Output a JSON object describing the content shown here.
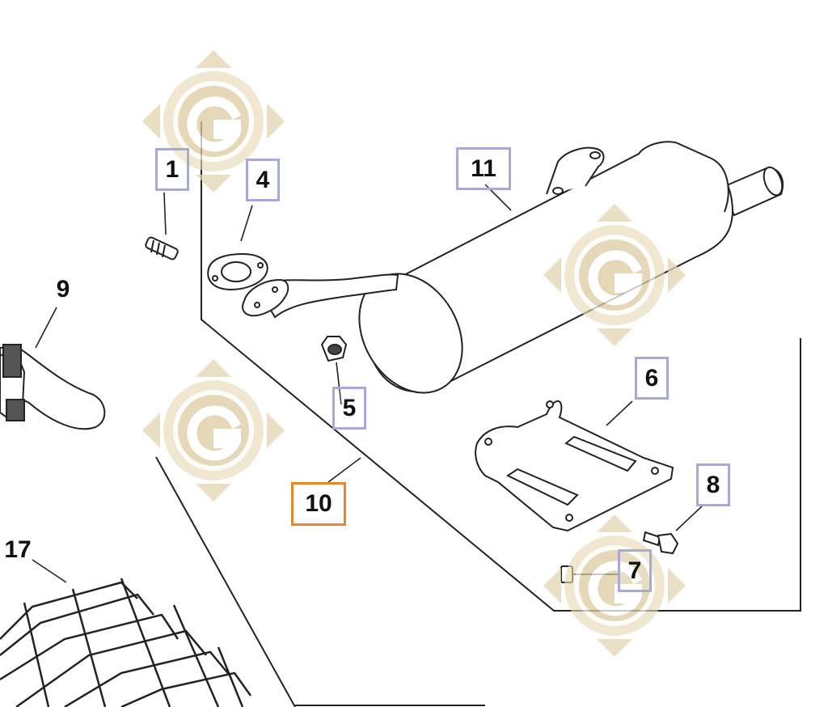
{
  "diagram": {
    "callouts": [
      {
        "id": "1",
        "label": "1",
        "boxed": true
      },
      {
        "id": "4",
        "label": "4",
        "boxed": true
      },
      {
        "id": "5",
        "label": "5",
        "boxed": true
      },
      {
        "id": "6",
        "label": "6",
        "boxed": true
      },
      {
        "id": "7",
        "label": "7",
        "boxed": true
      },
      {
        "id": "8",
        "label": "8",
        "boxed": true
      },
      {
        "id": "9",
        "label": "9",
        "boxed": false
      },
      {
        "id": "10",
        "label": "10",
        "boxed": true,
        "selected": true
      },
      {
        "id": "11",
        "label": "11",
        "boxed": true
      },
      {
        "id": "17",
        "label": "17",
        "boxed": false
      }
    ],
    "watermark": {
      "name": "g-logo",
      "color": "#d6c6a0",
      "letter": "G"
    }
  },
  "colors": {
    "box_border": "#a9a9d8",
    "selected_border": "#e8872a",
    "line": "#222222"
  }
}
